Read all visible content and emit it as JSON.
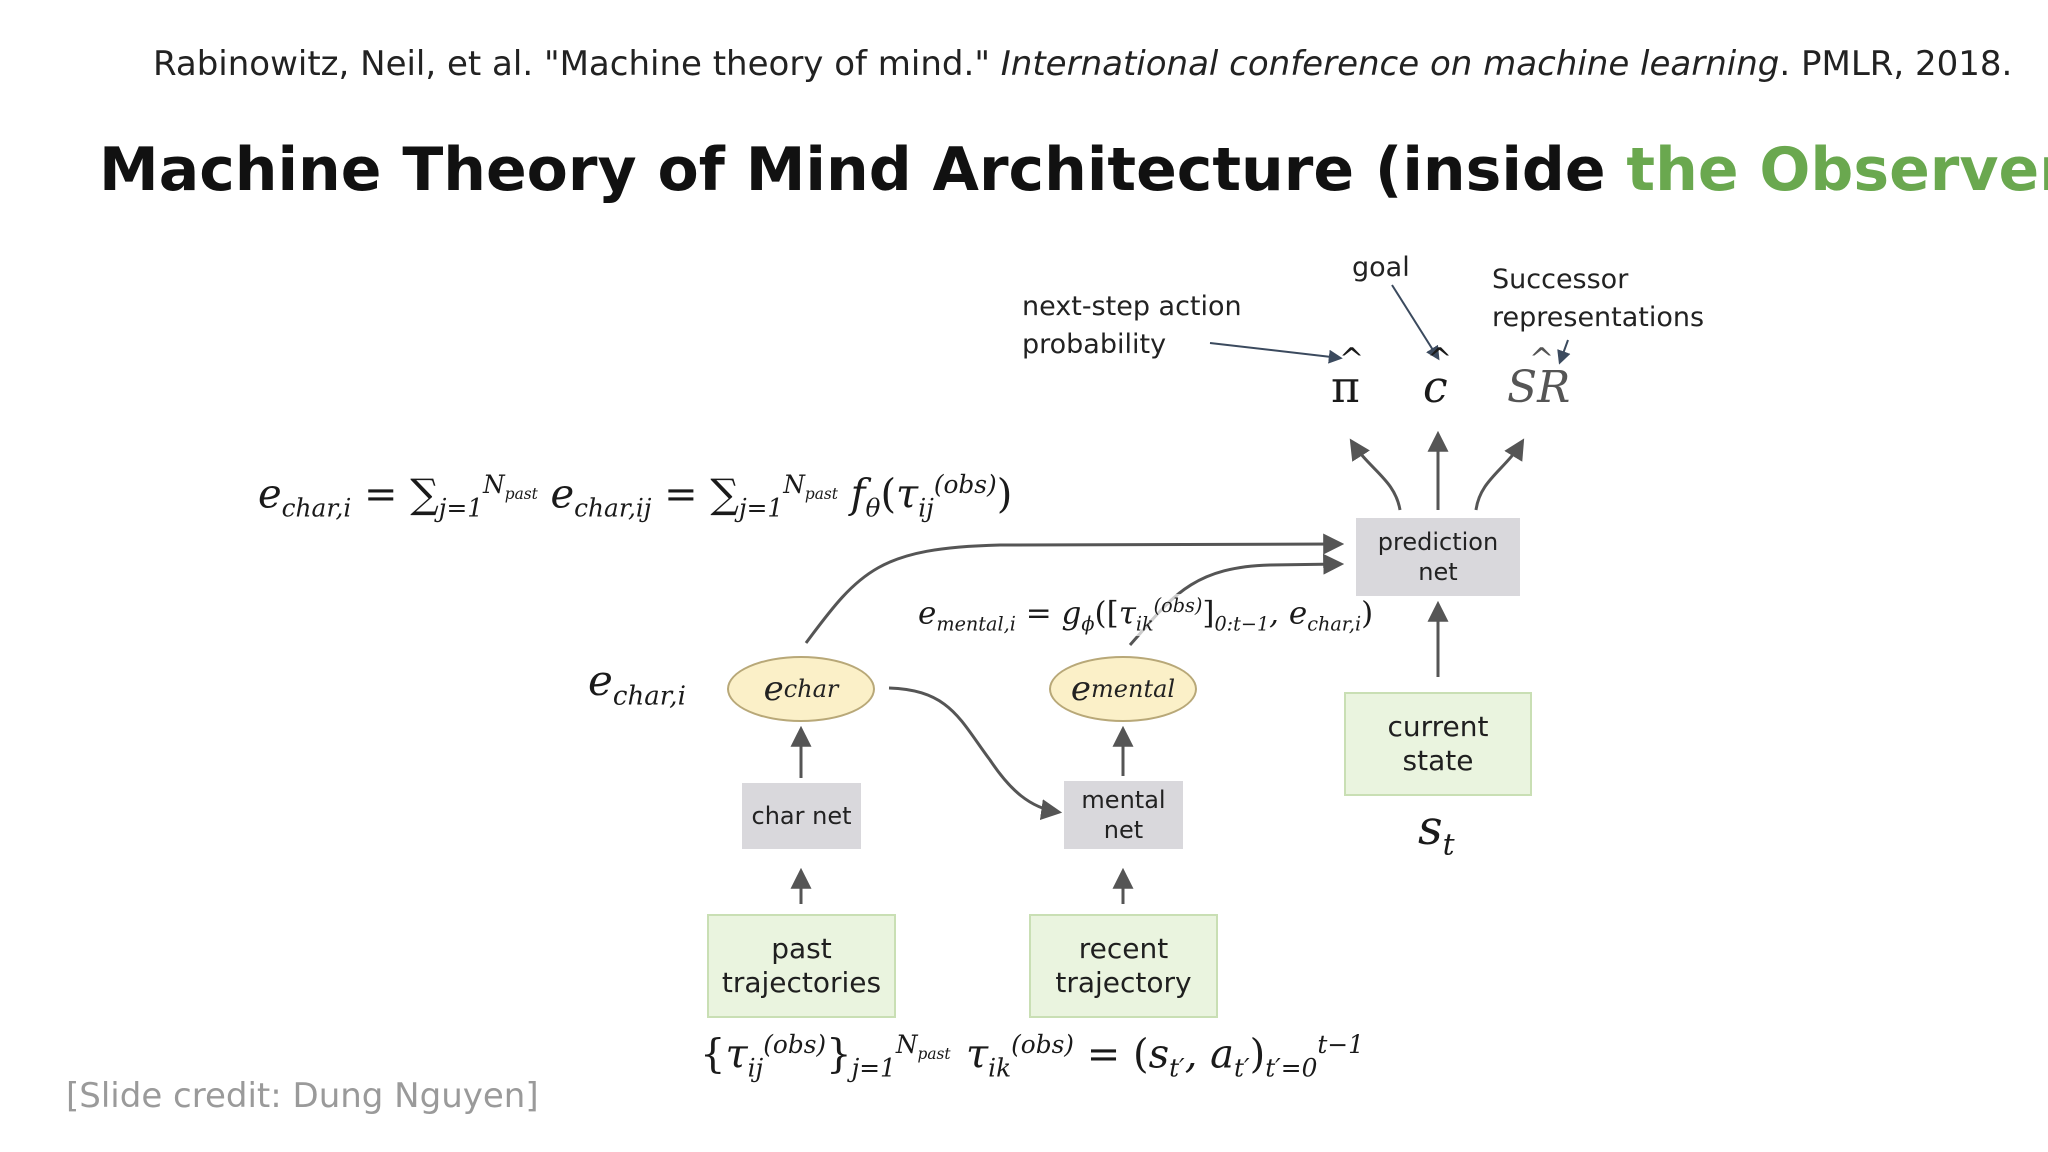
{
  "citation": {
    "authors": "Rabinowitz, Neil, et al. \"Machine theory of mind.\" ",
    "venue": "International conference on machine learning",
    "rest": ". PMLR, 2018."
  },
  "title": {
    "main": "Machine Theory of Mind Architecture (inside ",
    "highlight": "the Observer",
    "end": ")"
  },
  "credit": "[Slide credit: Dung Nguyen]",
  "annotations": {
    "next_step_line1": "next-step action",
    "next_step_line2": "probability",
    "goal": "goal",
    "successor_line1": "Successor",
    "successor_line2": "representations"
  },
  "outputs": {
    "pi": "π",
    "c": "c",
    "sr": "SR"
  },
  "nodes": {
    "prediction_net_line1": "prediction",
    "prediction_net_line2": "net",
    "current_state_line1": "current",
    "current_state_line2": "state",
    "char_net": "char net",
    "mental_net_line1": "mental",
    "mental_net_line2": "net",
    "past_traj_line1": "past",
    "past_traj_line2": "trajectories",
    "recent_traj_line1": "recent",
    "recent_traj_line2": "trajectory",
    "e_char_base": "e",
    "e_char_sub": "char",
    "e_mental_base": "e",
    "e_mental_sub": "mental"
  },
  "math": {
    "s_t_base": "s",
    "s_t_sub": "t",
    "e_char_i_label": "e",
    "e_char_i_label_sub": "char,i"
  },
  "colors": {
    "highlight": "#6aa84f",
    "arrow": "#555555",
    "annot_arrow": "#3b4a5e"
  }
}
